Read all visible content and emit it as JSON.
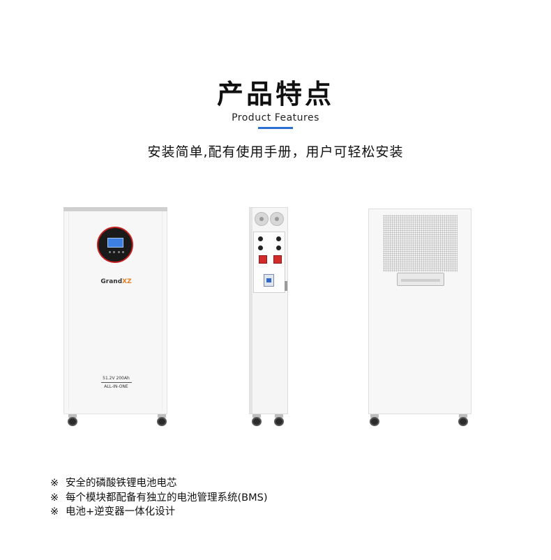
{
  "header": {
    "title": "产品特点",
    "subtitle": "Product Features",
    "accent_color": "#2a6fd1",
    "tagline": "安装简单,配有使用手册，用户可轻松安装"
  },
  "products": {
    "front": {
      "brand_main": "Grand",
      "brand_accent": "XZ",
      "brand_accent_color": "#e67e22",
      "spec_line1": "51.2V 200Ah",
      "spec_line2": "ALL-IN-ONE"
    },
    "side": {
      "socket_color": "#d32a2a",
      "breaker_color": "#2f67c9"
    },
    "back": {}
  },
  "features": {
    "marker": "※",
    "items": [
      "安全的磷酸铁锂电池电芯",
      "每个模块都配备有独立的电池管理系统(BMS)",
      "电池+逆变器一体化设计"
    ]
  }
}
